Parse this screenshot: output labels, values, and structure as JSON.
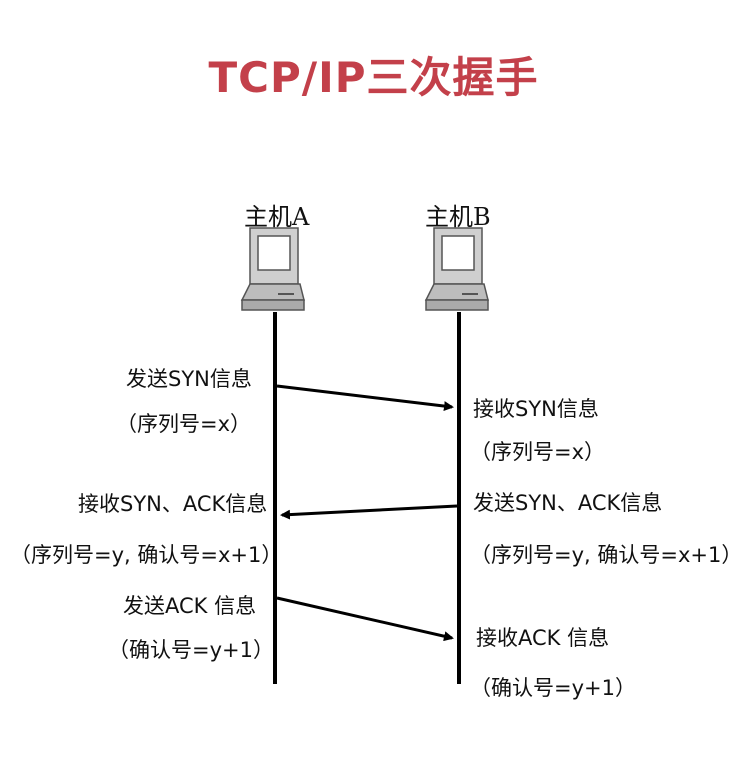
{
  "title": "TCP/IP三次握手",
  "hosts": {
    "a": {
      "label": "主机A"
    },
    "b": {
      "label": "主机B"
    }
  },
  "steps": [
    {
      "a_line1": "发送SYN信息",
      "a_line2": "（序列号=x）",
      "b_line1": "接收SYN信息",
      "b_line2": "（序列号=x）",
      "direction": "A→B"
    },
    {
      "a_line1": "接收SYN、ACK信息",
      "a_line2": "（序列号=y, 确认号=x+1）",
      "b_line1": "发送SYN、ACK信息",
      "b_line2": "（序列号=y, 确认号=x+1）",
      "direction": "B→A"
    },
    {
      "a_line1": "发送ACK 信息",
      "a_line2": "（确认号=y+1）",
      "b_line1": "接收ACK 信息",
      "b_line2": "（确认号=y+1）",
      "direction": "A→B"
    }
  ],
  "colors": {
    "title": "#c3404a",
    "lines": "#000000",
    "computer": "#bdbdbd"
  },
  "icons": [
    "computer-icon",
    "computer-icon"
  ]
}
